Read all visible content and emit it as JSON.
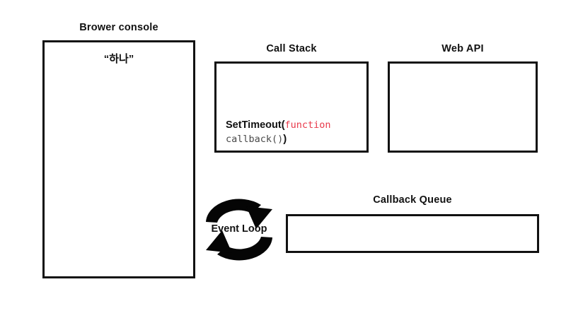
{
  "diagram": {
    "title": "JavaScript Event Loop Diagram",
    "background_color": "#ffffff",
    "stroke_color": "#111111"
  },
  "browser_console": {
    "title": "Brower console",
    "lines": [
      "“하나”"
    ]
  },
  "call_stack": {
    "title": "Call Stack",
    "frame": {
      "name": "SetTimeout(",
      "keyword": "function",
      "argument": " callback()",
      "close_paren": ")",
      "keyword_color": "#e8394a",
      "argument_color": "#4a4a4a"
    }
  },
  "web_api": {
    "title": "Web API",
    "items": []
  },
  "callback_queue": {
    "title": "Callback Queue",
    "items": []
  },
  "event_loop": {
    "label": "Event Loop",
    "top_arrow_icon": "loop-arrow-clockwise-top-icon",
    "bottom_arrow_icon": "loop-arrow-clockwise-bottom-icon"
  }
}
